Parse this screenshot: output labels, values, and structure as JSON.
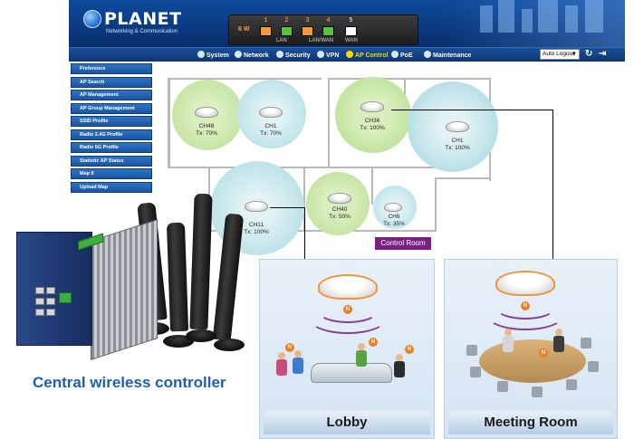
{
  "header": {
    "brand": "PLANET",
    "brand_sub": "Networking & Communication",
    "power": "6 W",
    "ports": [
      {
        "num": "1",
        "color": "#f39a3b"
      },
      {
        "num": "2",
        "color": "#56c13a"
      },
      {
        "num": "3",
        "color": "#f39a3b"
      },
      {
        "num": "4",
        "color": "#56c13a"
      },
      {
        "num": "5",
        "color": "#ffffff"
      }
    ],
    "port_groups": [
      "LAN",
      "LAN/WAN",
      "WAN"
    ]
  },
  "nav": {
    "items": [
      {
        "label": "System",
        "icon": "gear-icon"
      },
      {
        "label": "Network",
        "icon": "globe-icon"
      },
      {
        "label": "Security",
        "icon": "shield-icon"
      },
      {
        "label": "VPN",
        "icon": "key-icon"
      },
      {
        "label": "AP Control",
        "icon": "wifi-icon",
        "active": true
      },
      {
        "label": "PoE",
        "icon": "plug-icon"
      },
      {
        "label": "Maintenance",
        "icon": "wrench-icon"
      }
    ],
    "logout_select": "Auto Logout",
    "refresh_icon": "refresh-icon",
    "logout_icon": "logout-icon"
  },
  "sidebar": {
    "items": [
      "Preference",
      "AP Search",
      "AP Management",
      "AP Group Management",
      "SSID Profile",
      "Radio 2.4G Profile",
      "Radio 5G Profile",
      "Statistic AP Status",
      "Map II",
      "Upload Map"
    ]
  },
  "floorplan": {
    "aps": [
      {
        "name": "CH48",
        "tx": "Tx: 70%",
        "color": "green"
      },
      {
        "name": "CH1",
        "tx": "Tx: 70%",
        "color": "blue"
      },
      {
        "name": "CH36",
        "tx": "Tx: 100%",
        "color": "green"
      },
      {
        "name": "CH1",
        "tx": "Tx: 100%",
        "color": "blue"
      },
      {
        "name": "CH11",
        "tx": "Tx: 100%",
        "color": "blue"
      },
      {
        "name": "CH40",
        "tx": "Tx: 50%",
        "color": "green"
      },
      {
        "name": "CH6",
        "tx": "Tx: 35%",
        "color": "blue"
      }
    ],
    "control_room": "Control Room"
  },
  "device": {
    "label": "Central wireless controller"
  },
  "rooms": [
    {
      "label": "Lobby"
    },
    {
      "label": "Meeting Room"
    }
  ],
  "colors": {
    "green_zone": "#c9e6a8",
    "blue_zone": "#b8e2e8",
    "accent_purple": "#7b1f82",
    "accent_blue": "#1f5fb0",
    "badge_orange": "#f07d1e"
  }
}
